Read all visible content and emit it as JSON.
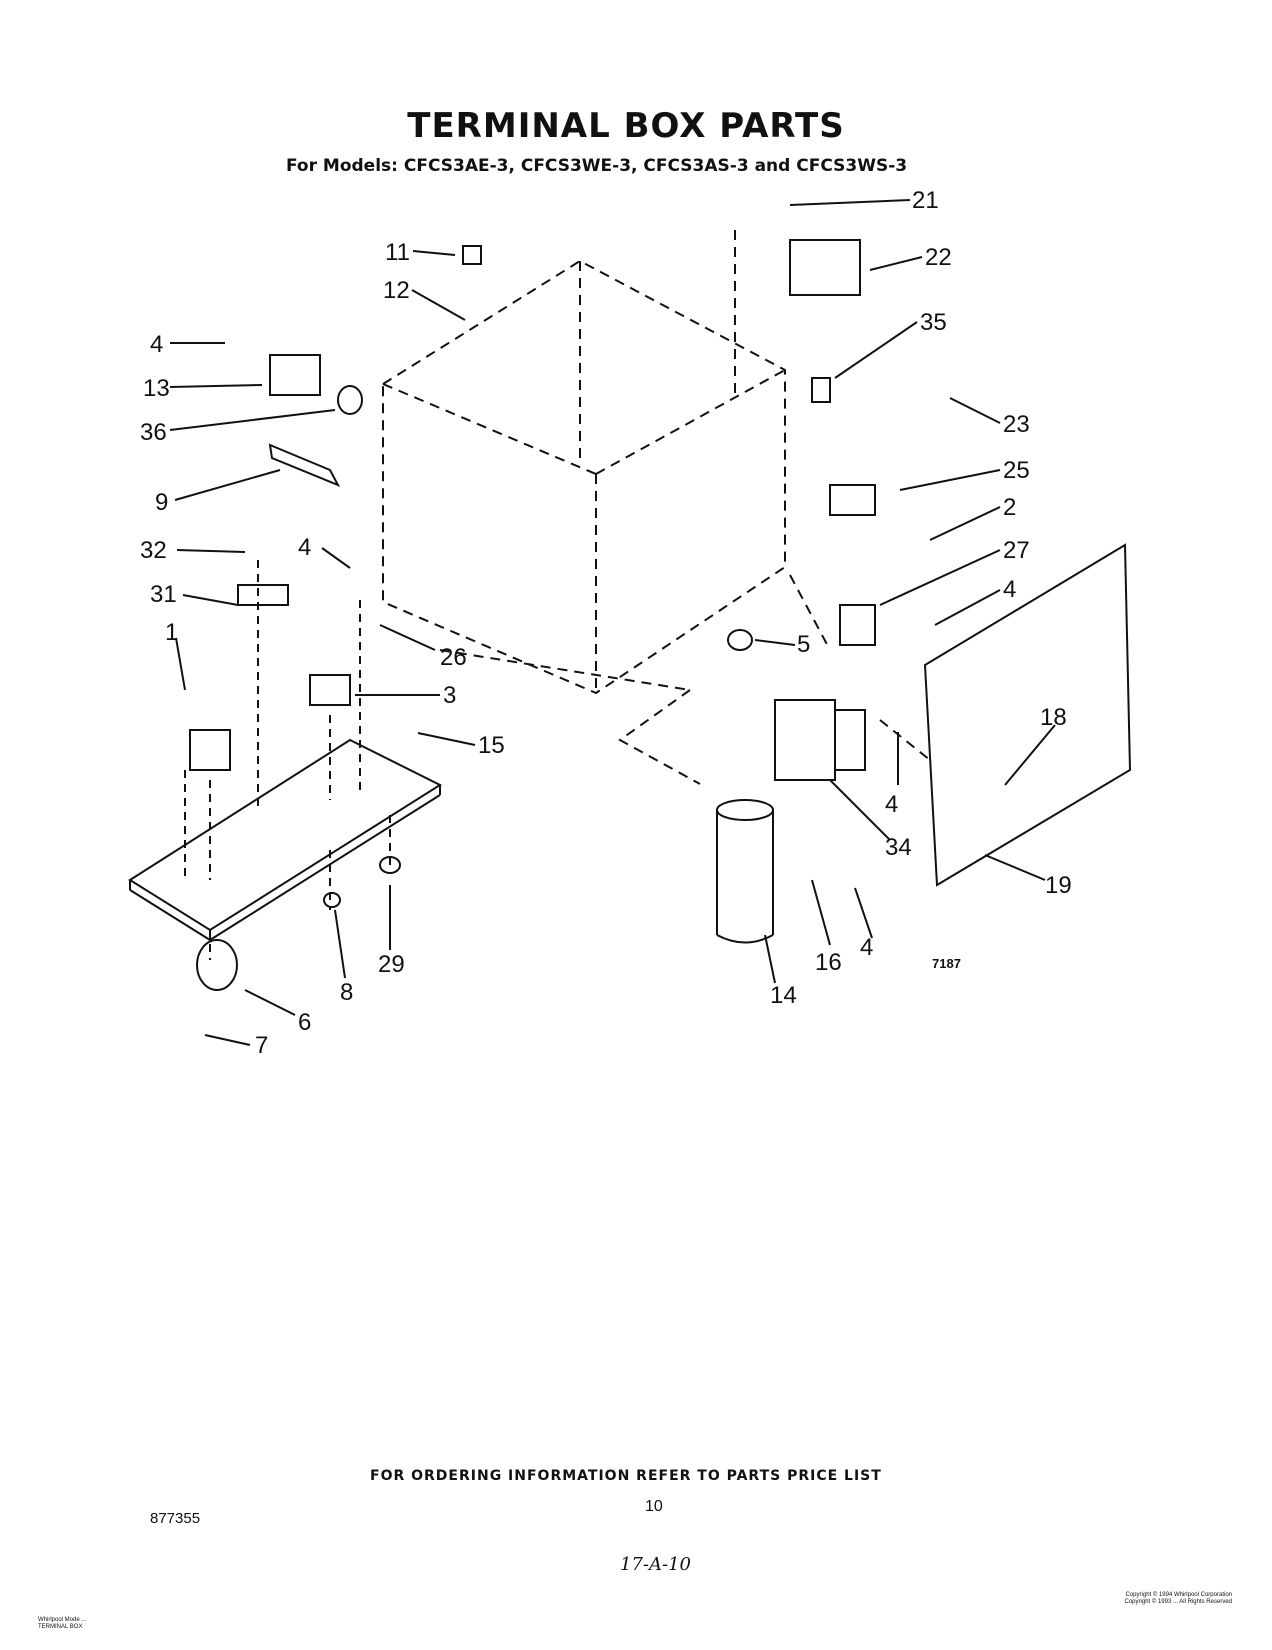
{
  "title": "TERMINAL BOX PARTS",
  "subtitle": "For Models: CFCS3AE-3,  CFCS3WE-3,  CFCS3AS-3  and CFCS3WS-3",
  "callouts": [
    "21",
    "22",
    "11",
    "12",
    "35",
    "4",
    "13",
    "36",
    "23",
    "25",
    "9",
    "2",
    "32",
    "4",
    "27",
    "31",
    "4",
    "26",
    "1",
    "5",
    "3",
    "15",
    "18",
    "4",
    "34",
    "19",
    "16",
    "4",
    "29",
    "8",
    "14",
    "6",
    "7"
  ],
  "diagram_ref": "7187",
  "ordering_note": "FOR ORDERING INFORMATION REFER TO PARTS PRICE LIST",
  "page_number": "10",
  "document_number": "877355",
  "handwritten_note": "17-A-10",
  "footer_left": [
    "Whirlpool Mode  ...",
    "TERMINAL BOX"
  ],
  "footer_right": [
    "Copyright © 1994 Whirlpool Corporation",
    "Copyright © 1993 ... All Rights Reserved"
  ]
}
